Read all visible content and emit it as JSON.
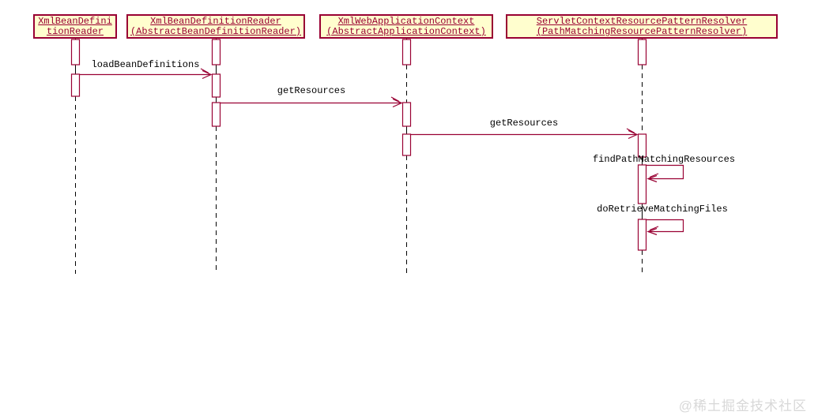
{
  "diagram": {
    "participants": [
      {
        "line1": "XmlBeanDefini",
        "line2": "tionReader"
      },
      {
        "line1": "XmlBeanDefinitionReader",
        "line2": "(AbstractBeanDefinitionReader)"
      },
      {
        "line1": "XmlWebApplicationContext",
        "line2": "(AbstractApplicationContext)"
      },
      {
        "line1": "ServletContextResourcePatternResolver",
        "line2": "(PathMatchingResourcePatternResolver)"
      }
    ],
    "messages": [
      {
        "label": "loadBeanDefinitions",
        "from": "XmlBeanDefinitionReader",
        "to": "XmlBeanDefinitionReader (AbstractBeanDefinitionReader)",
        "type": "call"
      },
      {
        "label": "getResources",
        "from": "XmlBeanDefinitionReader (AbstractBeanDefinitionReader)",
        "to": "XmlWebApplicationContext (AbstractApplicationContext)",
        "type": "call"
      },
      {
        "label": "getResources",
        "from": "XmlWebApplicationContext (AbstractApplicationContext)",
        "to": "ServletContextResourcePatternResolver (PathMatchingResourcePatternResolver)",
        "type": "call"
      },
      {
        "label": "findPathMatchingResources",
        "from": "ServletContextResourcePatternResolver (PathMatchingResourcePatternResolver)",
        "to": "ServletContextResourcePatternResolver (PathMatchingResourcePatternResolver)",
        "type": "self"
      },
      {
        "label": "doRetrieveMatchingFiles",
        "from": "ServletContextResourcePatternResolver (PathMatchingResourcePatternResolver)",
        "to": "ServletContextResourcePatternResolver (PathMatchingResourcePatternResolver)",
        "type": "self"
      }
    ],
    "colors": {
      "box_border": "#990033",
      "box_fill": "#FFFECE",
      "box_text": "#990033",
      "message_line": "#990033",
      "message_text": "#000000",
      "lifeline": "#000000",
      "watermark": "#D8D8D8"
    }
  },
  "watermark": {
    "text": "@稀土掘金技术社区"
  }
}
